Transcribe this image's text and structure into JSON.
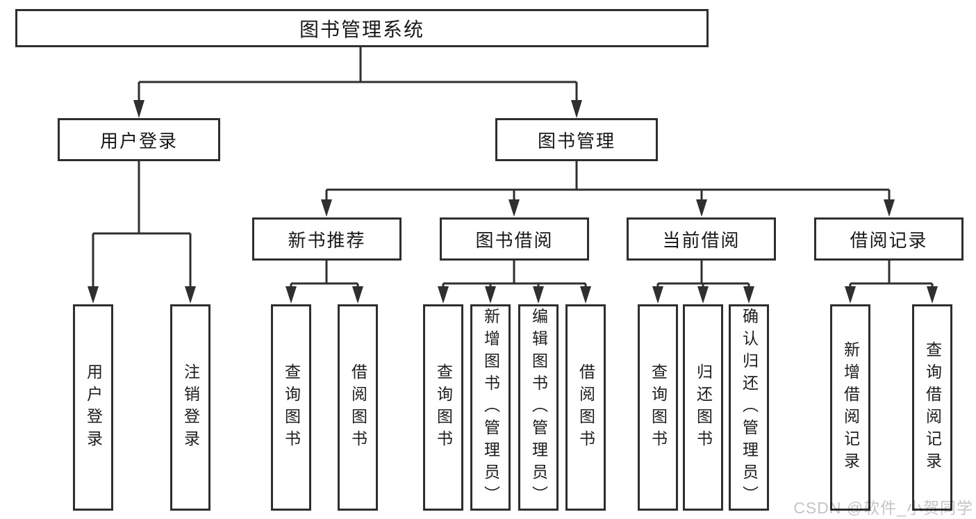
{
  "diagram": {
    "nodes": {
      "root": "图书管理系统",
      "user_login": "用户登录",
      "book_mgmt": "图书管理",
      "new_book": "新书推荐",
      "book_borrow": "图书借阅",
      "current_borrow": "当前借阅",
      "borrow_records": "借阅记录"
    },
    "leaves": {
      "user_login": [
        "用户登录",
        "注销登录"
      ],
      "new_book": [
        "查询图书",
        "借阅图书"
      ],
      "book_borrow": [
        "查询图书",
        "新增图书（管理员）",
        "编辑图书（管理员）",
        "借阅图书"
      ],
      "current_borrow": [
        "查询图书",
        "归还图书",
        "确认归还（管理员）"
      ],
      "borrow_records": [
        "新增借阅记录",
        "查询借阅记录"
      ]
    },
    "colors": {
      "line": "#2f2f2f",
      "text": "#1d1d1d",
      "box_background": "#ffffff"
    }
  },
  "watermark": {
    "text": "CSDN @软件_小贺同学",
    "color": "#c5c5c5"
  }
}
